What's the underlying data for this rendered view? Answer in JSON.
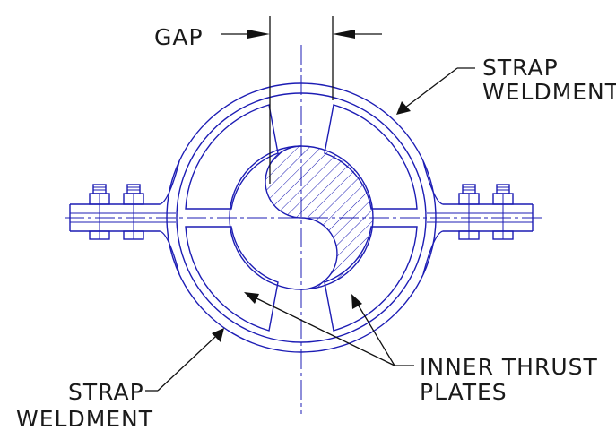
{
  "labels": {
    "gap": "GAP",
    "strap_top_1": "STRAP",
    "strap_top_2": "WELDMENT",
    "strap_bottom_1": "STRAP",
    "strap_bottom_2": "WELDMENT",
    "inner_1": "INNER THRUST",
    "inner_2": "PLATES"
  },
  "colors": {
    "part_lines": "#1c1cb4",
    "leaders": "#111111"
  }
}
